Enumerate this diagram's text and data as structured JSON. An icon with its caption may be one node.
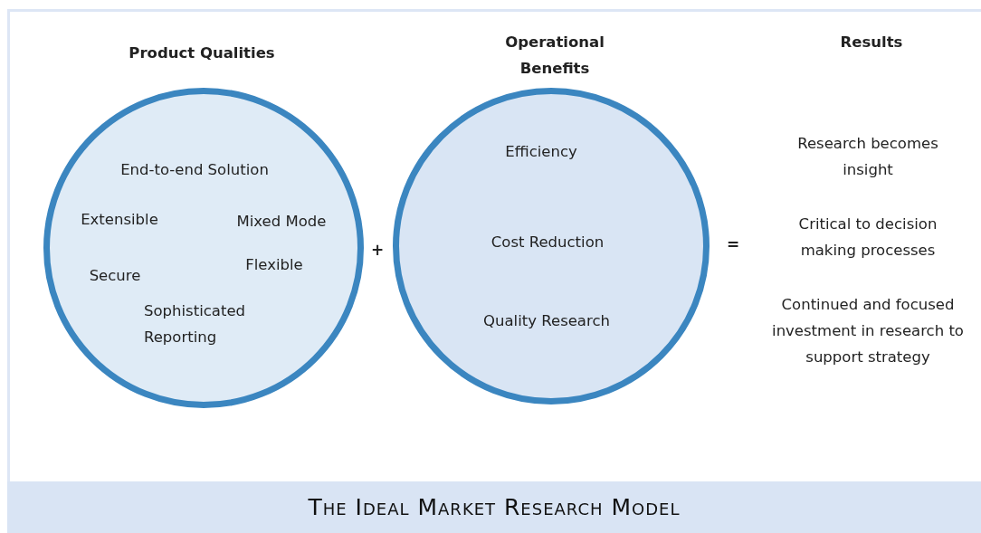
{
  "diagram": {
    "caption": "The Ideal Market Research Model",
    "nodes": [
      {
        "text": [
          "Product Qualities",
          "End-to-end Solution",
          "Extensible",
          "Mixed Mode",
          "Secure",
          "Flexible",
          "Sophisticated Reporting"
        ]
      },
      {
        "text": [
          "Operational Benefits",
          "Efficiency",
          "Cost Reduction",
          "Quality Research"
        ]
      }
    ],
    "edges": [],
    "labels": [
      "+",
      "=",
      "Results",
      "Research becomes insight",
      "Critical to decision making processes",
      "Continued and focused investment in research to support strategy"
    ]
  }
}
